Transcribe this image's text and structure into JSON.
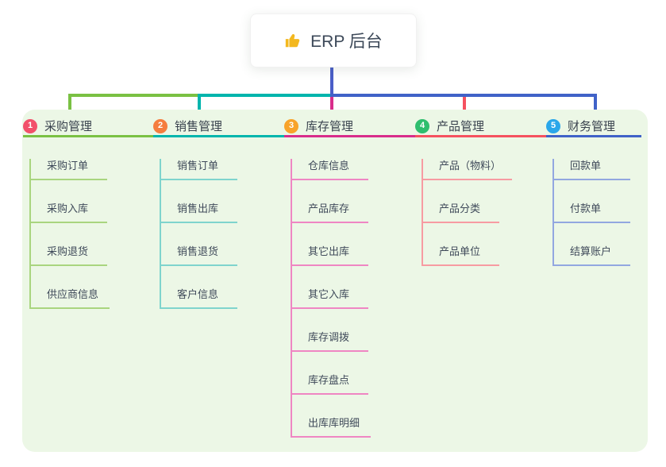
{
  "root": {
    "icon": "thumbs-up-icon",
    "title": "ERP 后台"
  },
  "canvas": {
    "background": "#ffffff",
    "panel_background": "#ecf7e6",
    "trunk_color": "#4a5ec8",
    "text_color": "#3c4858"
  },
  "branches": [
    {
      "number": "1",
      "label": "采购管理",
      "badge_color": "#f2506a",
      "line_color": "#7ac143",
      "light_line_color": "#a9d57f",
      "children": [
        "采购订单",
        "采购入库",
        "采购退货",
        "供应商信息"
      ]
    },
    {
      "number": "2",
      "label": "销售管理",
      "badge_color": "#f57d3f",
      "line_color": "#00b5ad",
      "light_line_color": "#7fd4cd",
      "children": [
        "销售订单",
        "销售出库",
        "销售退货",
        "客户信息"
      ]
    },
    {
      "number": "3",
      "label": "库存管理",
      "badge_color": "#f8a32a",
      "line_color": "#d82d8b",
      "light_line_color": "#ef86c3",
      "children": [
        "仓库信息",
        "产品库存",
        "其它出库",
        "其它入库",
        "库存调拨",
        "库存盘点",
        "出库库明细"
      ]
    },
    {
      "number": "4",
      "label": "产品管理",
      "badge_color": "#2fbe6e",
      "line_color": "#f5515f",
      "light_line_color": "#f79ba2",
      "children": [
        "产品（物料）",
        "产品分类",
        "产品单位"
      ]
    },
    {
      "number": "5",
      "label": "财务管理",
      "badge_color": "#2aa7ea",
      "line_color": "#4062c8",
      "light_line_color": "#92a7e0",
      "children": [
        "回款单",
        "付款单",
        "结算账户"
      ]
    }
  ]
}
